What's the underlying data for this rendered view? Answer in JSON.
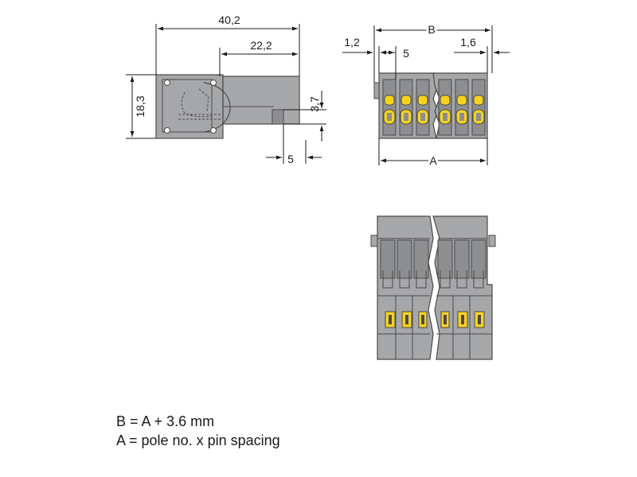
{
  "colors": {
    "housing": "#a5a7a9",
    "housing_dark": "#8c8e90",
    "slot": "#6b6d6f",
    "outline": "#4a4a4a",
    "latch": "#f5d21f",
    "line": "#1a1a1a"
  },
  "side_view": {
    "dim_overall_length": "40,2",
    "dim_body_length": "22,2",
    "dim_height": "18,3",
    "dim_offset": "3,7",
    "dim_pin_offset": "5"
  },
  "front_view": {
    "dim_B": "B",
    "dim_left_edge": "1,2",
    "dim_pitch": "5",
    "dim_right_edge": "1,6",
    "dim_A": "A"
  },
  "formulas": {
    "line1": "B = A + 3.6 mm",
    "line2": "A = pole no. x pin spacing"
  }
}
